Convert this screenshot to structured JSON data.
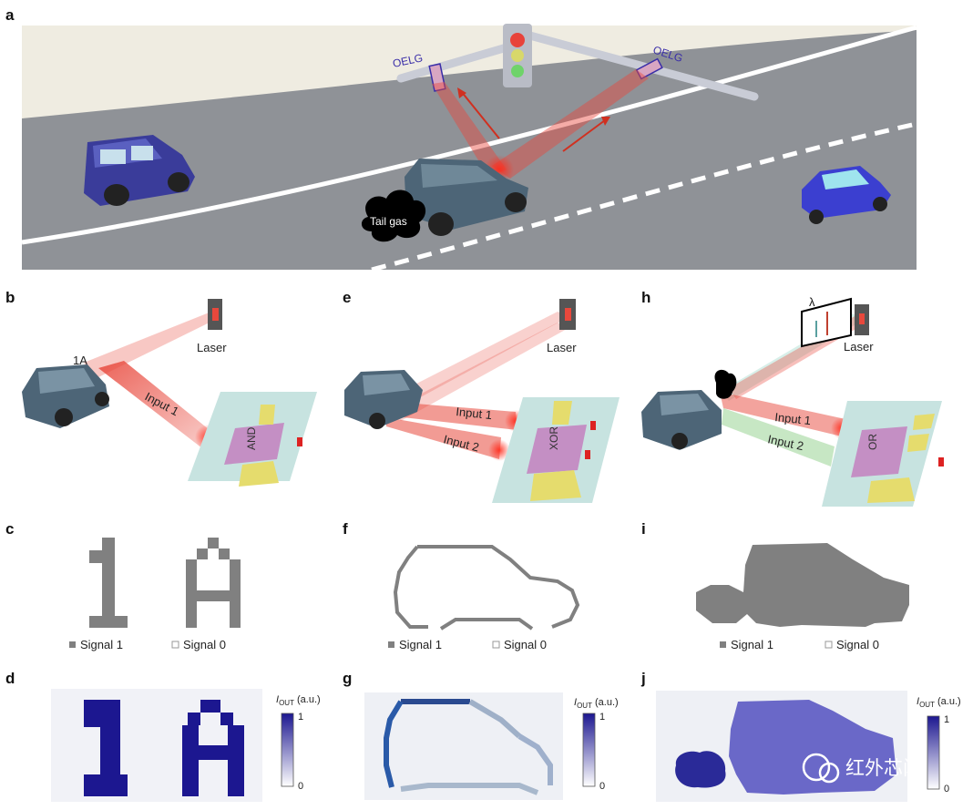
{
  "panels": {
    "a": "a",
    "b": "b",
    "c": "c",
    "d": "d",
    "e": "e",
    "f": "f",
    "g": "g",
    "h": "h",
    "i": "i",
    "j": "j"
  },
  "scene_a": {
    "oelg_left": "OELG",
    "oelg_right": "OELG",
    "tail_gas": "Tail gas"
  },
  "scene_b": {
    "tag": "1A",
    "laser": "Laser",
    "input1": "Input 1",
    "gate": "AND"
  },
  "scene_e": {
    "laser": "Laser",
    "input1": "Input 1",
    "input2": "Input 2",
    "gate": "XOR"
  },
  "scene_h": {
    "laser": "Laser",
    "lambda": "λ",
    "input1": "Input 1",
    "input2": "Input 2",
    "gate": "OR"
  },
  "legend_c": {
    "signal1": "Signal 1",
    "signal0": "Signal 0"
  },
  "legend_f": {
    "signal1": "Signal 1",
    "signal0": "Signal 0"
  },
  "legend_i": {
    "signal1": "Signal 1",
    "signal0": "Signal 0"
  },
  "colorbar": {
    "label": "I",
    "subscript": "OUT",
    "unit": " (a.u.)",
    "max": "1",
    "min": "0"
  },
  "watermark": {
    "text": "红外芯闻"
  },
  "colors": {
    "road": "#8f9297",
    "curb": "#efece1",
    "beam": "#e8483c",
    "gray_pixel": "#808080",
    "navy_pixel": "#1c1790",
    "chip": "#c7e3e0",
    "pad": "#e5dc6d",
    "car_blue": "#3a3c9a"
  }
}
